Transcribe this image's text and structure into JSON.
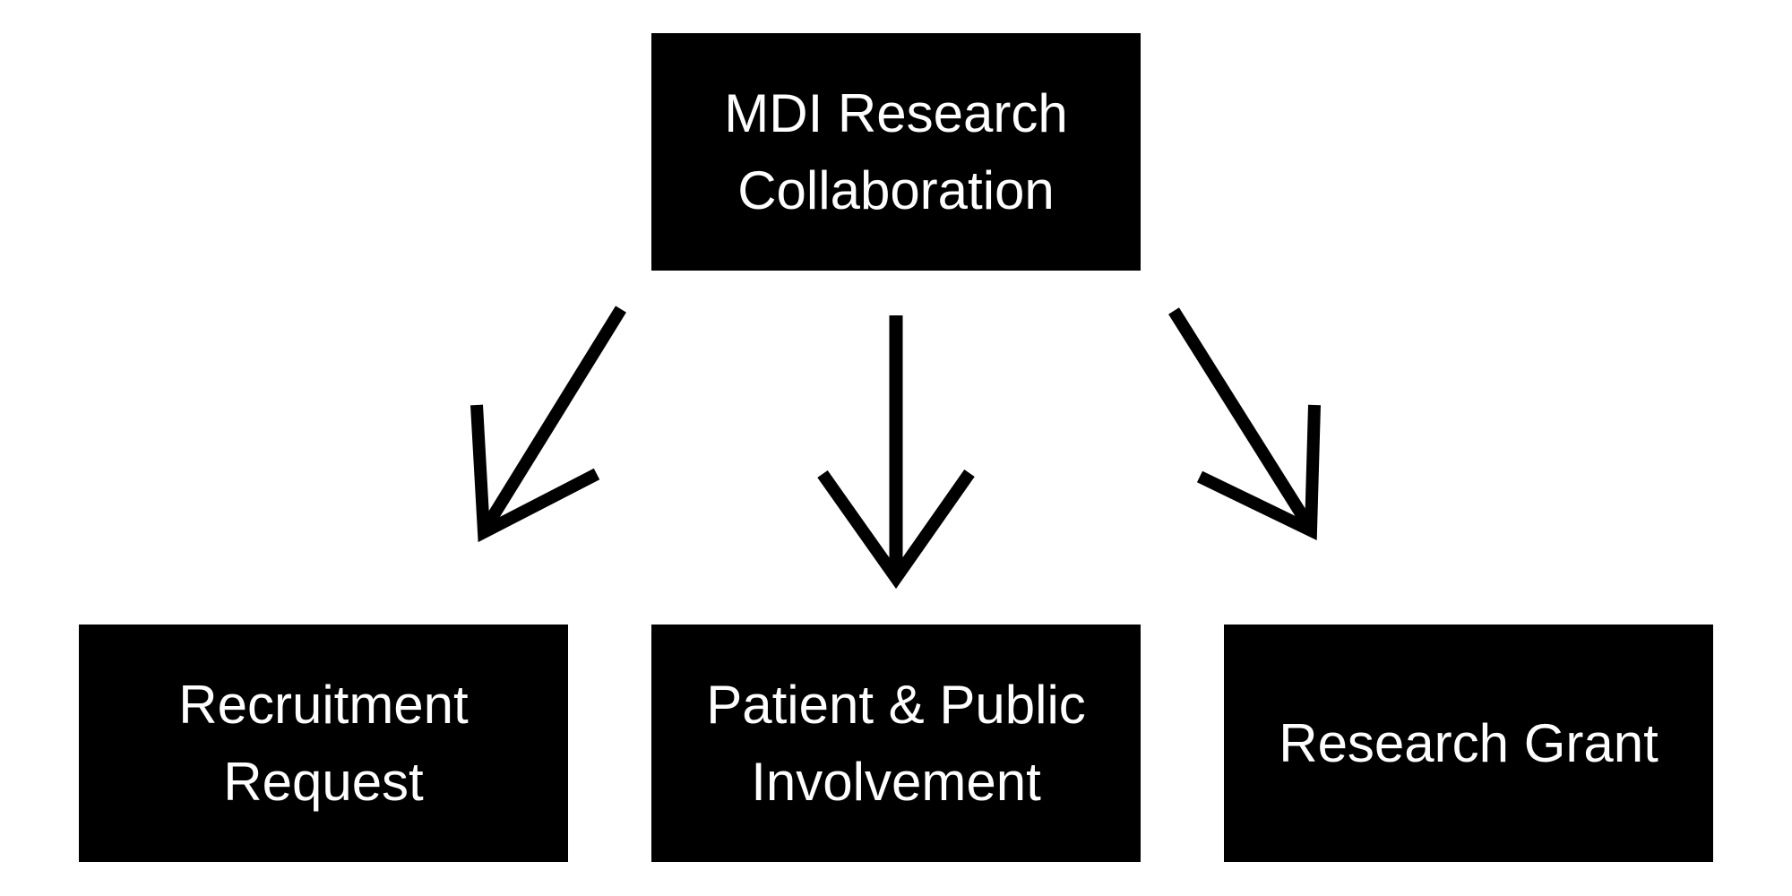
{
  "diagram": {
    "background_color": "#ffffff",
    "box_fill_color": "#000000",
    "box_text_color": "#ffffff",
    "arrow_color": "#000000",
    "root": {
      "label": "MDI Research Collaboration"
    },
    "children": [
      {
        "label": "Recruitment Request"
      },
      {
        "label": "Patient & Public Involvement"
      },
      {
        "label": "Research Grant"
      }
    ],
    "edges": [
      {
        "from": "MDI Research Collaboration",
        "to": "Recruitment Request"
      },
      {
        "from": "MDI Research Collaboration",
        "to": "Patient & Public Involvement"
      },
      {
        "from": "MDI Research Collaboration",
        "to": "Research Grant"
      }
    ]
  }
}
